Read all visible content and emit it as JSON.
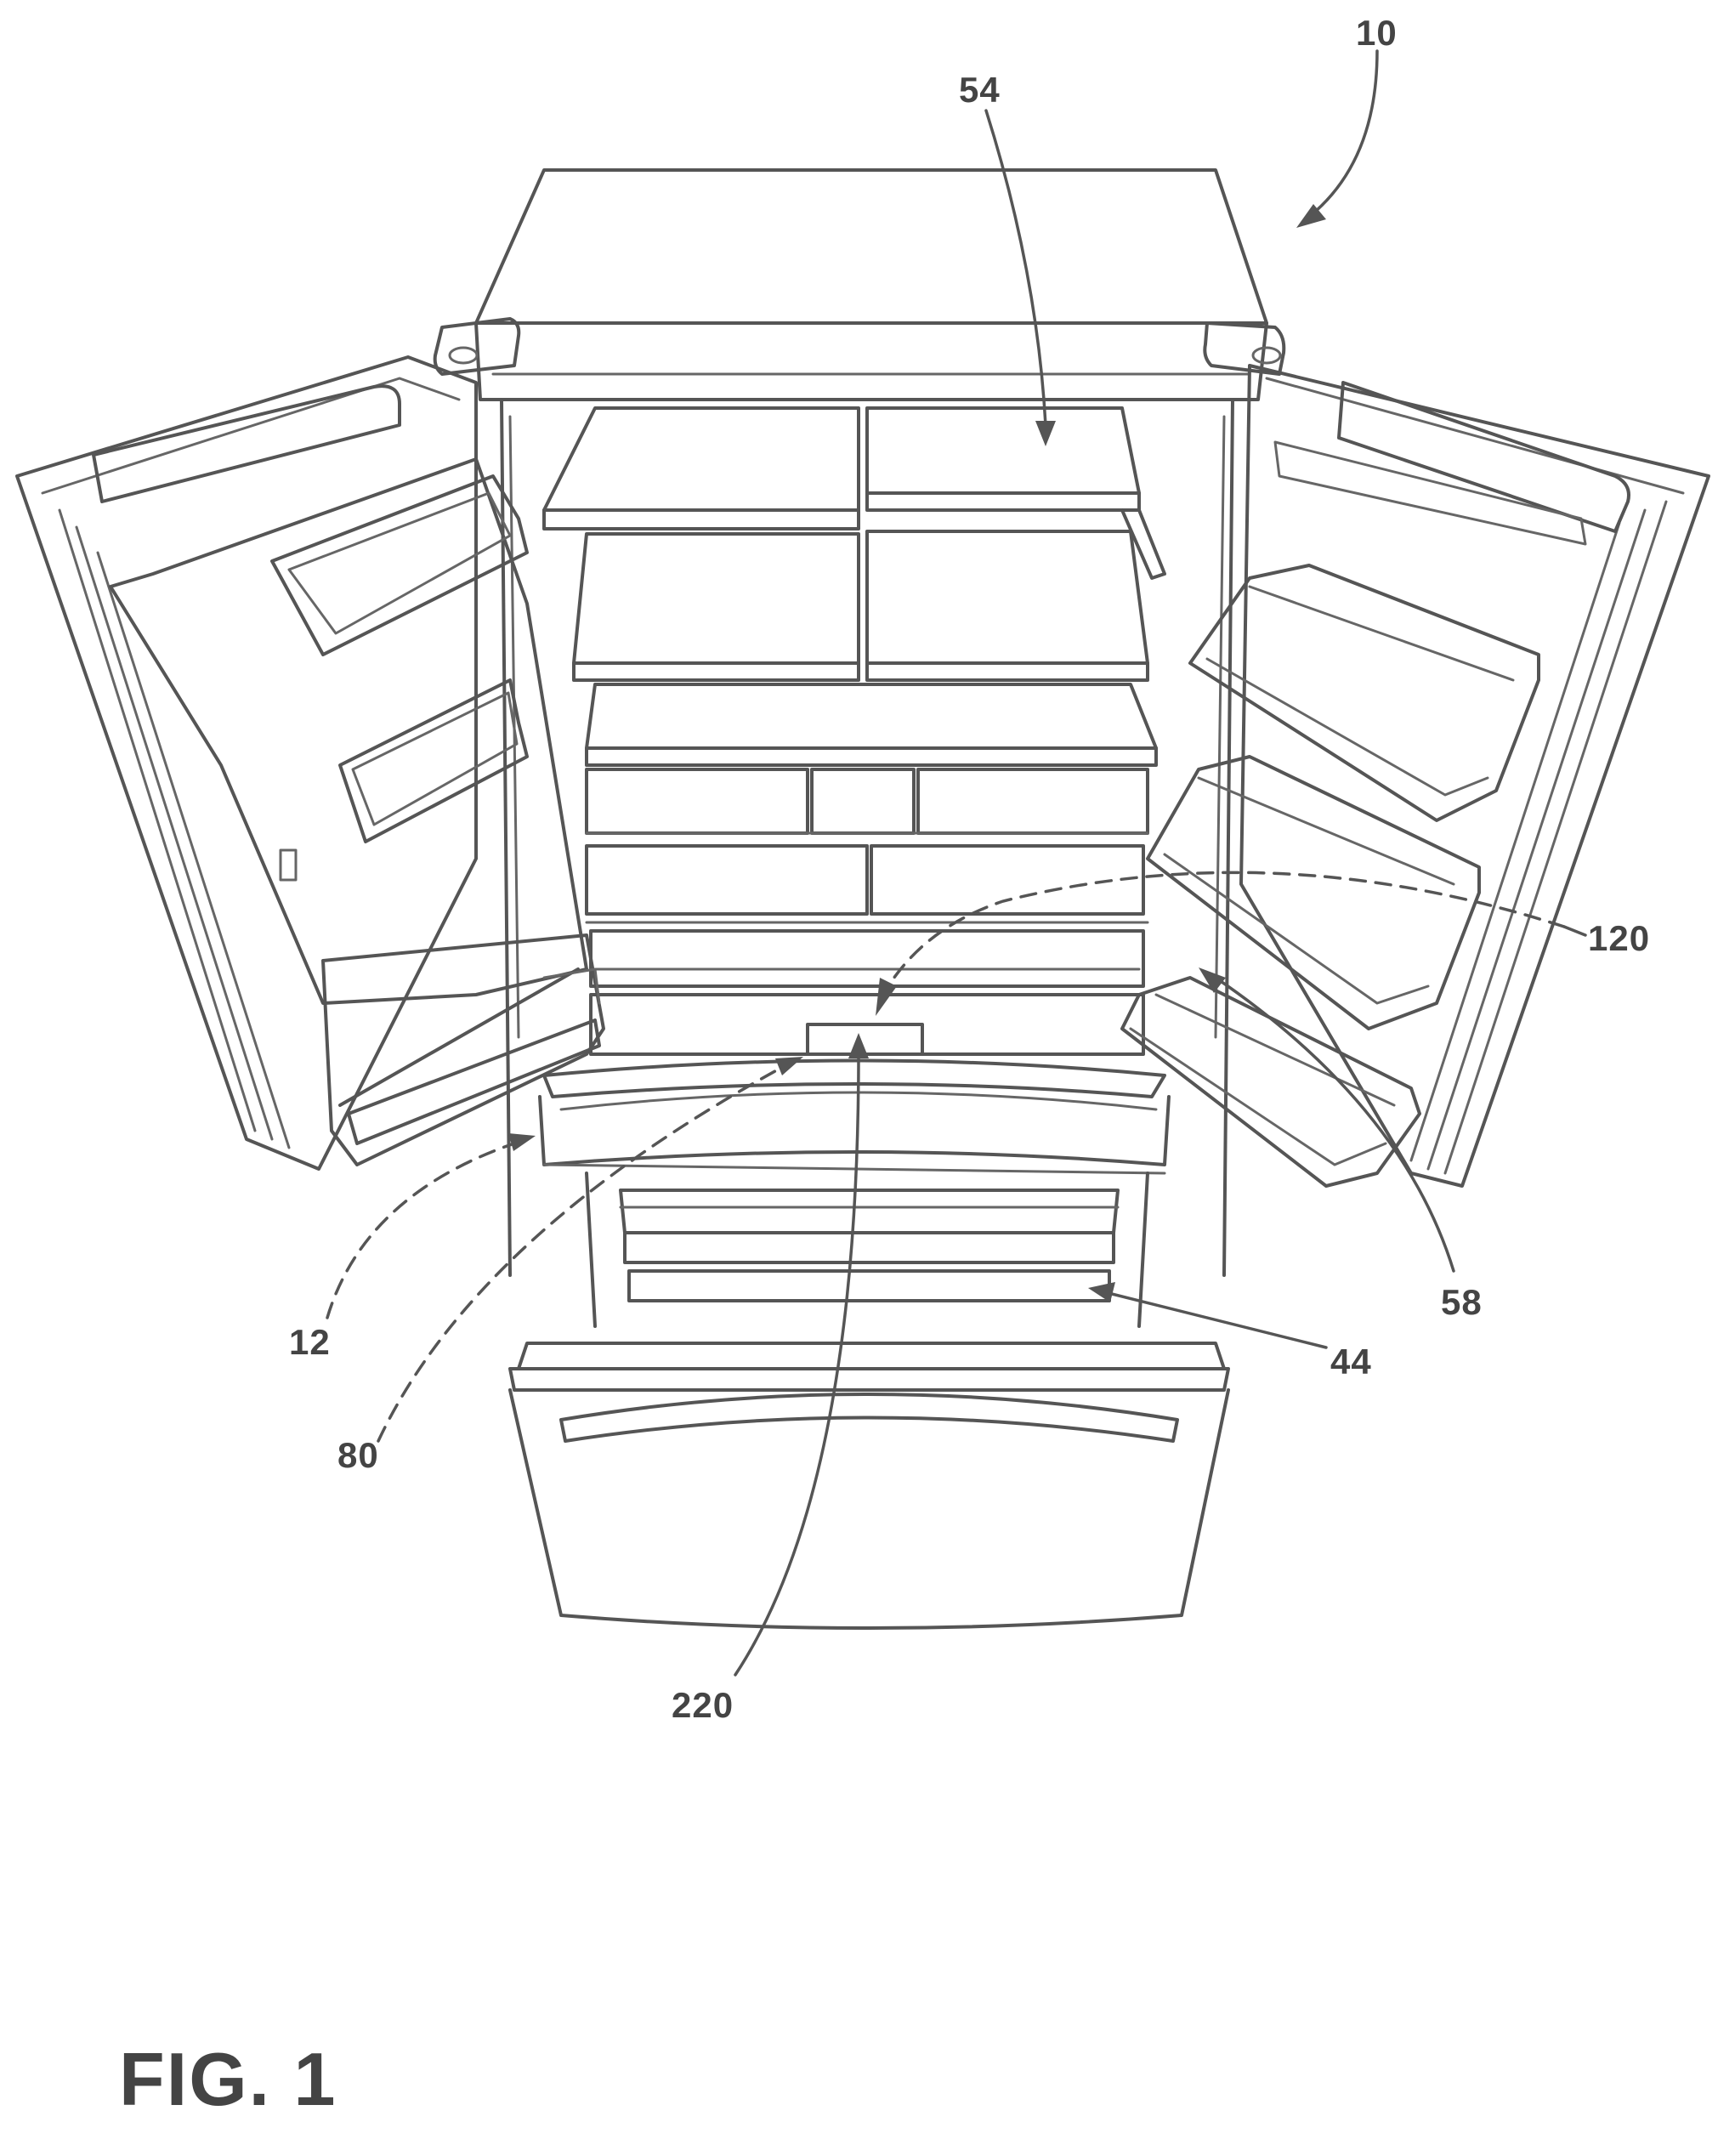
{
  "figure": {
    "caption": "FIG. 1",
    "reference_numerals": {
      "n10": "10",
      "n54": "54",
      "n120": "120",
      "n58": "58",
      "n44": "44",
      "n12": "12",
      "n80": "80",
      "n220": "220"
    }
  }
}
